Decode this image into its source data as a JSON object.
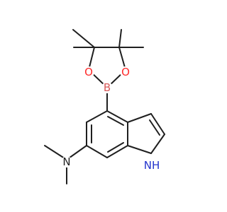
{
  "molecule": {
    "atom_labels": {
      "boron": "B",
      "oxygen_left": "O",
      "oxygen_right": "O",
      "amine_nitrogen": "N",
      "indole_nh": "NH"
    },
    "colors": {
      "bond": "#1f1f1f",
      "oxygen": "#ff2a2a",
      "boron": "#d85a5a",
      "nitrogen": "#1f1f1f",
      "indole_nh": "#2233cc",
      "background": "#ffffff"
    }
  }
}
